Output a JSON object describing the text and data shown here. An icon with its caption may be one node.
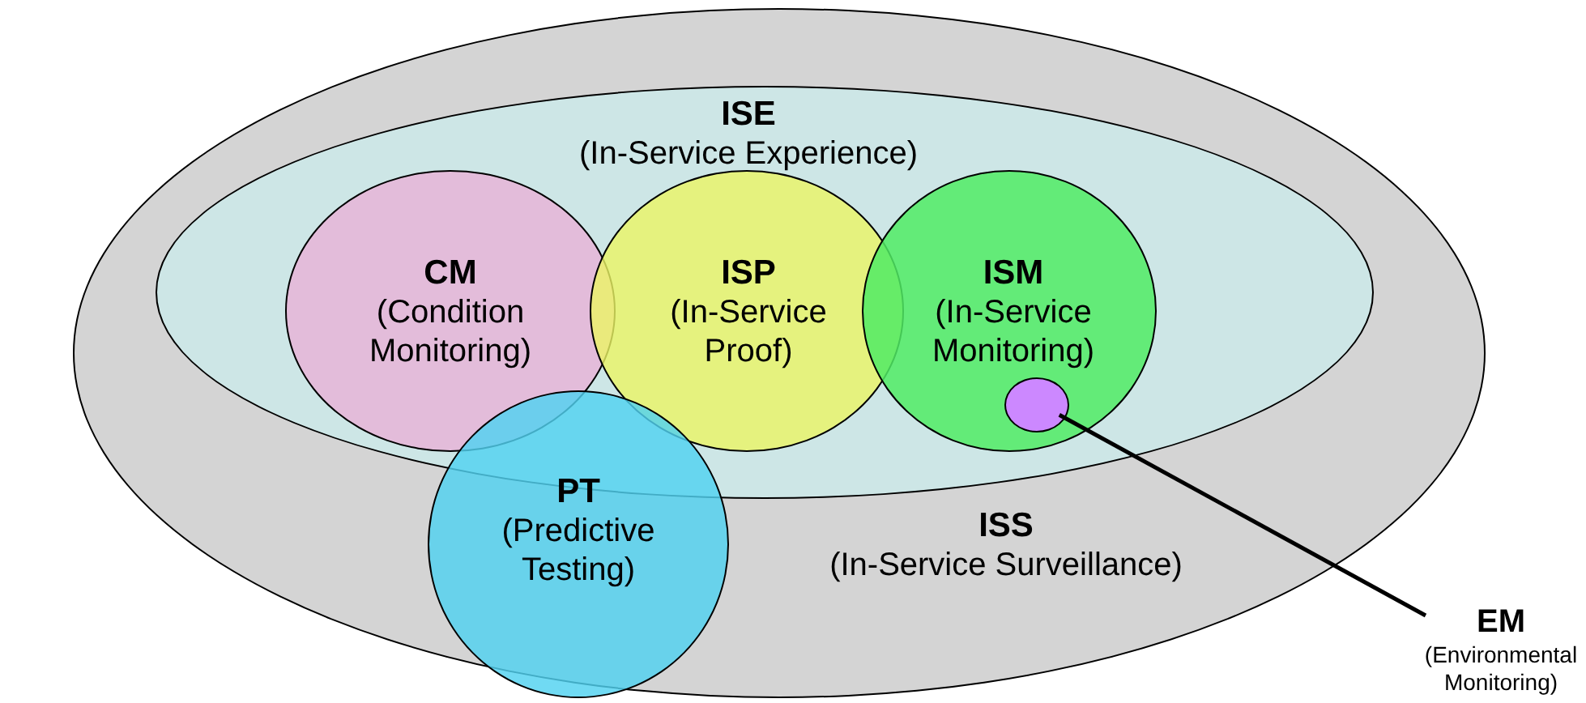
{
  "diagram": {
    "nodes": [
      {
        "text": [
          "ISS",
          "(In-Service Surveillance)"
        ]
      },
      {
        "text": [
          "ISE",
          "(In-Service Experience)"
        ],
        "in": 0
      },
      {
        "text": [
          "CM",
          "(Condition Monitoring)"
        ],
        "in": 1
      },
      {
        "text": [
          "ISP",
          "(In-Service Proof)"
        ],
        "in": 1
      },
      {
        "text": [
          "ISM",
          "(In-Service Monitoring)"
        ],
        "in": 1
      },
      {
        "text": [
          "PT",
          "(Predictive Testing)"
        ],
        "in": 0
      },
      {
        "text": [],
        "shape": "circle",
        "in": 4
      },
      {
        "text": [
          "EM",
          "(Environmental Monitoring)"
        ]
      }
    ],
    "edges": [
      {
        "from": 7,
        "to": 6,
        "arrow": "none"
      }
    ]
  }
}
